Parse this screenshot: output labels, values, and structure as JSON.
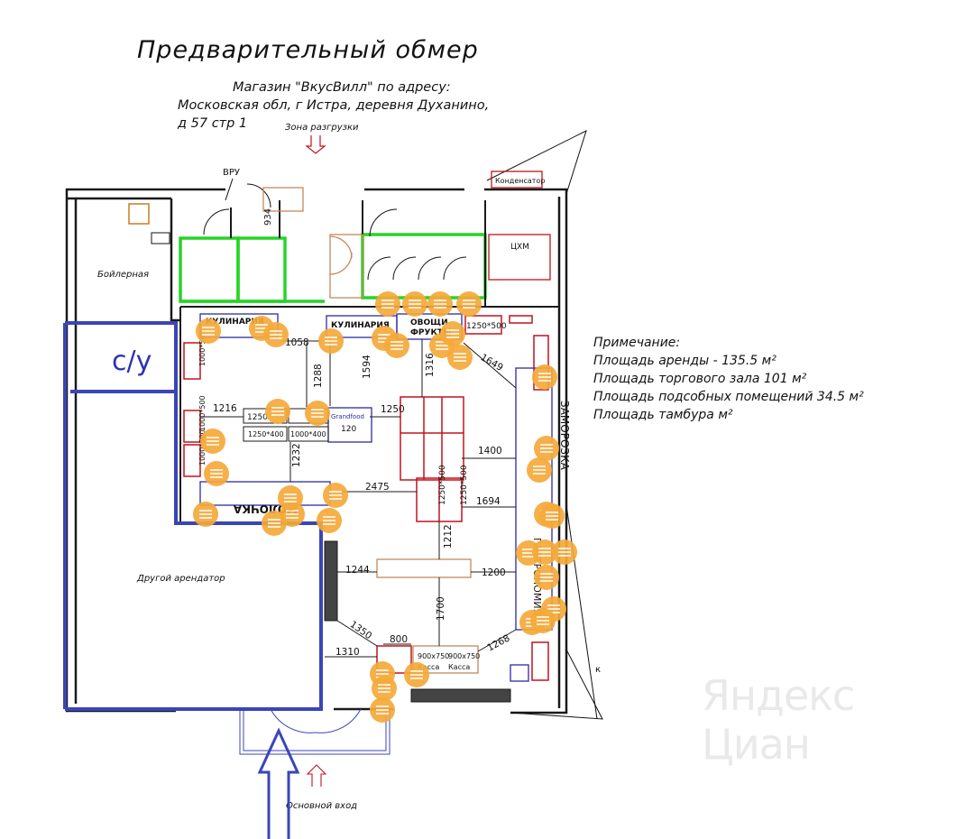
{
  "title": "Предварительный обмер",
  "address": {
    "line1": "Магазин \"ВкусВилл\" по адресу:",
    "line2": "Московская обл, г Истра, деревня Духанино,",
    "line3": "д 57 стр 1"
  },
  "notes": {
    "header": "Примечание:",
    "rent_area": "Площадь аренды - 135.5 м²",
    "sales_area": "Площадь торгового зала 101     м²",
    "aux_area": "Площадь подсобных помещений 34.5    м²",
    "vestibule_area": "Площадь тамбура         м²"
  },
  "labels": {
    "unloading_zone": "Зона разгрузки",
    "vru": "ВРУ",
    "boiler_room": "Бойлерная",
    "condenser": "Конденсатор",
    "tskhm": "ЦХМ",
    "su": "с/у",
    "other_tenant": "Другой арендатор",
    "main_entrance": "Основной вход",
    "kulinariya_left": "КУЛИНАРИЯ",
    "kulinariya_right": "КУЛИНАРИЯ",
    "ovoshchi": "ОВОЩИ",
    "frukty": "ФРУКТЫ",
    "moloko": "МОЛОЧКА",
    "zamorozka": "ЗАМОРОЗКА",
    "gastronomiya": "ГАСТРОНОМИЯ",
    "kassa1": "Касса",
    "kassa2": "Касса",
    "kassa_size1": "900х750",
    "kassa_size2": "900х750",
    "island_brand": "Grandfood",
    "island_num": "120",
    "watermark": "Яндекс Циан"
  },
  "dimensions": {
    "d934": "934",
    "d1058": "1058",
    "d1216": "1216",
    "d1288": "1288",
    "d1594": "1594",
    "d1316": "1316",
    "d1250a": "1250",
    "d1250b": "1250",
    "d1649": "1649",
    "d1250x400": "1250*400",
    "d1000x400": "1000*400",
    "d1232": "1232",
    "d2475": "2475",
    "d1400": "1400",
    "d1694": "1694",
    "d1250x500a": "1250*500",
    "d1250x500b": "1250*500",
    "d1250x500c": "1250*500",
    "d1000x500a": "1000*500",
    "d1000x500b": "1000*500",
    "d1000x500c": "1000*500",
    "d1212": "1212",
    "d1244": "1244",
    "d1200": "1200",
    "d1700": "1700",
    "d1350": "1350",
    "d1310": "1310",
    "d800": "800",
    "d1268": "1268"
  },
  "colors": {
    "wall": "#1a1a1a",
    "rack_red": "#c0141c",
    "rack_blue": "#2b2ba8",
    "green_room": "#27d427",
    "overlay_blue": "#3a45b8",
    "marker_orange": "#f4a93a",
    "tan": "#c4895a"
  }
}
